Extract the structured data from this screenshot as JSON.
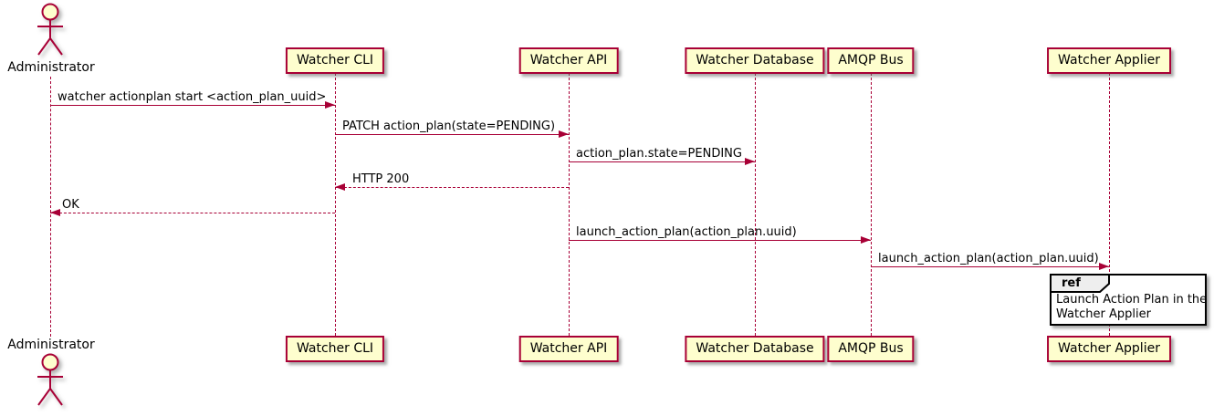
{
  "actor": {
    "name": "Administrator"
  },
  "participants": [
    {
      "label": "Watcher CLI"
    },
    {
      "label": "Watcher API"
    },
    {
      "label": "Watcher Database"
    },
    {
      "label": "AMQP Bus"
    },
    {
      "label": "Watcher Applier"
    }
  ],
  "messages": [
    {
      "text": "watcher actionplan start <action_plan_uuid>",
      "from": "Administrator",
      "to": "Watcher CLI",
      "style": "solid"
    },
    {
      "text": "PATCH action_plan(state=PENDING)",
      "from": "Watcher CLI",
      "to": "Watcher API",
      "style": "solid"
    },
    {
      "text": "action_plan.state=PENDING",
      "from": "Watcher API",
      "to": "Watcher Database",
      "style": "solid"
    },
    {
      "text": "HTTP 200",
      "from": "Watcher API",
      "to": "Watcher CLI",
      "style": "dashed"
    },
    {
      "text": "OK",
      "from": "Watcher CLI",
      "to": "Administrator",
      "style": "dashed"
    },
    {
      "text": "launch_action_plan(action_plan.uuid)",
      "from": "Watcher API",
      "to": "AMQP Bus",
      "style": "solid"
    },
    {
      "text": "launch_action_plan(action_plan.uuid)",
      "from": "AMQP Bus",
      "to": "Watcher Applier",
      "style": "solid"
    }
  ],
  "ref": {
    "keyword": "ref",
    "line1": "Launch Action Plan in the",
    "line2": "Watcher Applier"
  },
  "colors": {
    "accent": "#A80036",
    "participant_fill": "#FEFECE",
    "ref_header_fill": "#EEEEEE",
    "ref_border": "#000000",
    "text": "#000000",
    "background": "#FFFFFF"
  }
}
